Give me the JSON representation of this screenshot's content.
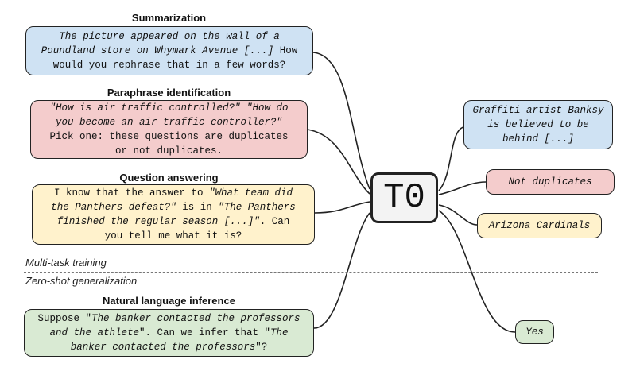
{
  "model": {
    "label": "T0"
  },
  "sections": {
    "training_label": "Multi-task training",
    "zeroshot_label": "Zero-shot generalization"
  },
  "tasks": {
    "summarization": {
      "heading": "Summarization",
      "lines": [
        [
          {
            "t": "The picture appeared on the wall of a",
            "i": true
          }
        ],
        [
          {
            "t": "Poundland store on Whymark Avenue [...]",
            "i": true
          },
          {
            "t": " How",
            "i": false
          }
        ],
        [
          {
            "t": "would you rephrase that in a few words?",
            "i": false
          }
        ]
      ]
    },
    "paraphrase": {
      "heading": "Paraphrase identification",
      "lines": [
        [
          {
            "t": "\"How is air traffic controlled?\" \"How do",
            "i": true
          }
        ],
        [
          {
            "t": "you become an air traffic controller?\"",
            "i": true
          }
        ],
        [
          {
            "t": "Pick one: these questions are duplicates",
            "i": false
          }
        ],
        [
          {
            "t": "or not duplicates.",
            "i": false
          }
        ]
      ]
    },
    "qa": {
      "heading": "Question answering",
      "lines": [
        [
          {
            "t": "I know that the answer to ",
            "i": false
          },
          {
            "t": "\"What team did",
            "i": true
          }
        ],
        [
          {
            "t": "the Panthers defeat?\"",
            "i": true
          },
          {
            "t": " is in ",
            "i": false
          },
          {
            "t": "\"The Panthers",
            "i": true
          }
        ],
        [
          {
            "t": "finished the regular season [...]\"",
            "i": true
          },
          {
            "t": ". Can",
            "i": false
          }
        ],
        [
          {
            "t": "you tell me what it is?",
            "i": false
          }
        ]
      ]
    },
    "nli": {
      "heading": "Natural language inference",
      "lines": [
        [
          {
            "t": "Suppose \"",
            "i": false
          },
          {
            "t": "The banker contacted the professors",
            "i": true
          }
        ],
        [
          {
            "t": "and the athlete",
            "i": true
          },
          {
            "t": "\". Can we infer that \"",
            "i": false
          },
          {
            "t": "The",
            "i": true
          }
        ],
        [
          {
            "t": "banker contacted the professors",
            "i": true
          },
          {
            "t": "\"?",
            "i": false
          }
        ]
      ]
    }
  },
  "outputs": {
    "summarization": [
      [
        {
          "t": "Graffiti artist Banksy",
          "i": true
        }
      ],
      [
        {
          "t": "is believed to be",
          "i": true
        }
      ],
      [
        {
          "t": "behind [...]",
          "i": true
        }
      ]
    ],
    "paraphrase": [
      [
        {
          "t": "Not duplicates",
          "i": true
        }
      ]
    ],
    "qa": [
      [
        {
          "t": "Arizona Cardinals",
          "i": true
        }
      ]
    ],
    "nli": [
      [
        {
          "t": "Yes",
          "i": true
        }
      ]
    ]
  },
  "colors": {
    "summarization": "#cfe2f3",
    "paraphrase": "#f4cccc",
    "qa": "#fff2cc",
    "nli": "#d9ead3"
  }
}
